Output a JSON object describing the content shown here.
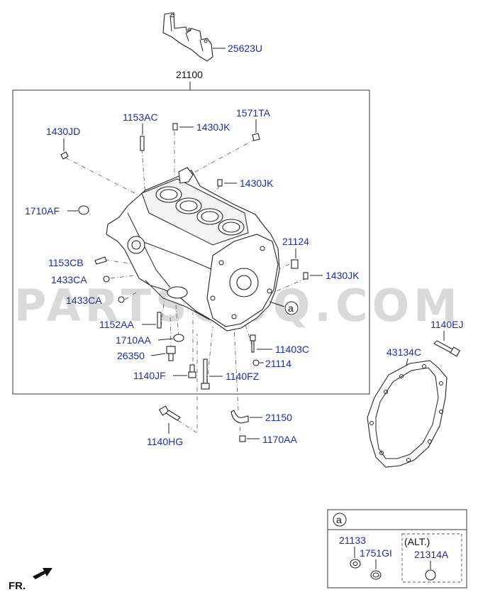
{
  "watermark": "PARTSOUQ.COM",
  "callouts": {
    "p25623U": "25623U",
    "p21100": "21100",
    "p1153AC": "1153AC",
    "p1430JK_a": "1430JK",
    "p1571TA": "1571TA",
    "p1430JD": "1430JD",
    "p1430JK_b": "1430JK",
    "p1710AF": "1710AF",
    "p21124": "21124",
    "p1153CB": "1153CB",
    "p1430JK_c": "1430JK",
    "p1433CA_a": "1433CA",
    "p1433CA_b": "1433CA",
    "p1152AA": "1152AA",
    "p1710AA": "1710AA",
    "p26350": "26350",
    "p11403C": "11403C",
    "p21114": "21114",
    "p1140JF": "1140JF",
    "p1140FZ": "1140FZ",
    "p1140EJ": "1140EJ",
    "p43134C": "43134C",
    "p21150": "21150",
    "p1140HG": "1140HG",
    "p1170AA": "1170AA"
  },
  "ref_marker": "a",
  "inset": {
    "marker": "a",
    "p21133": "21133",
    "p1751GI": "1751GI",
    "alt_label": "(ALT.)",
    "p21314A": "21314A"
  },
  "direction_label": "FR."
}
